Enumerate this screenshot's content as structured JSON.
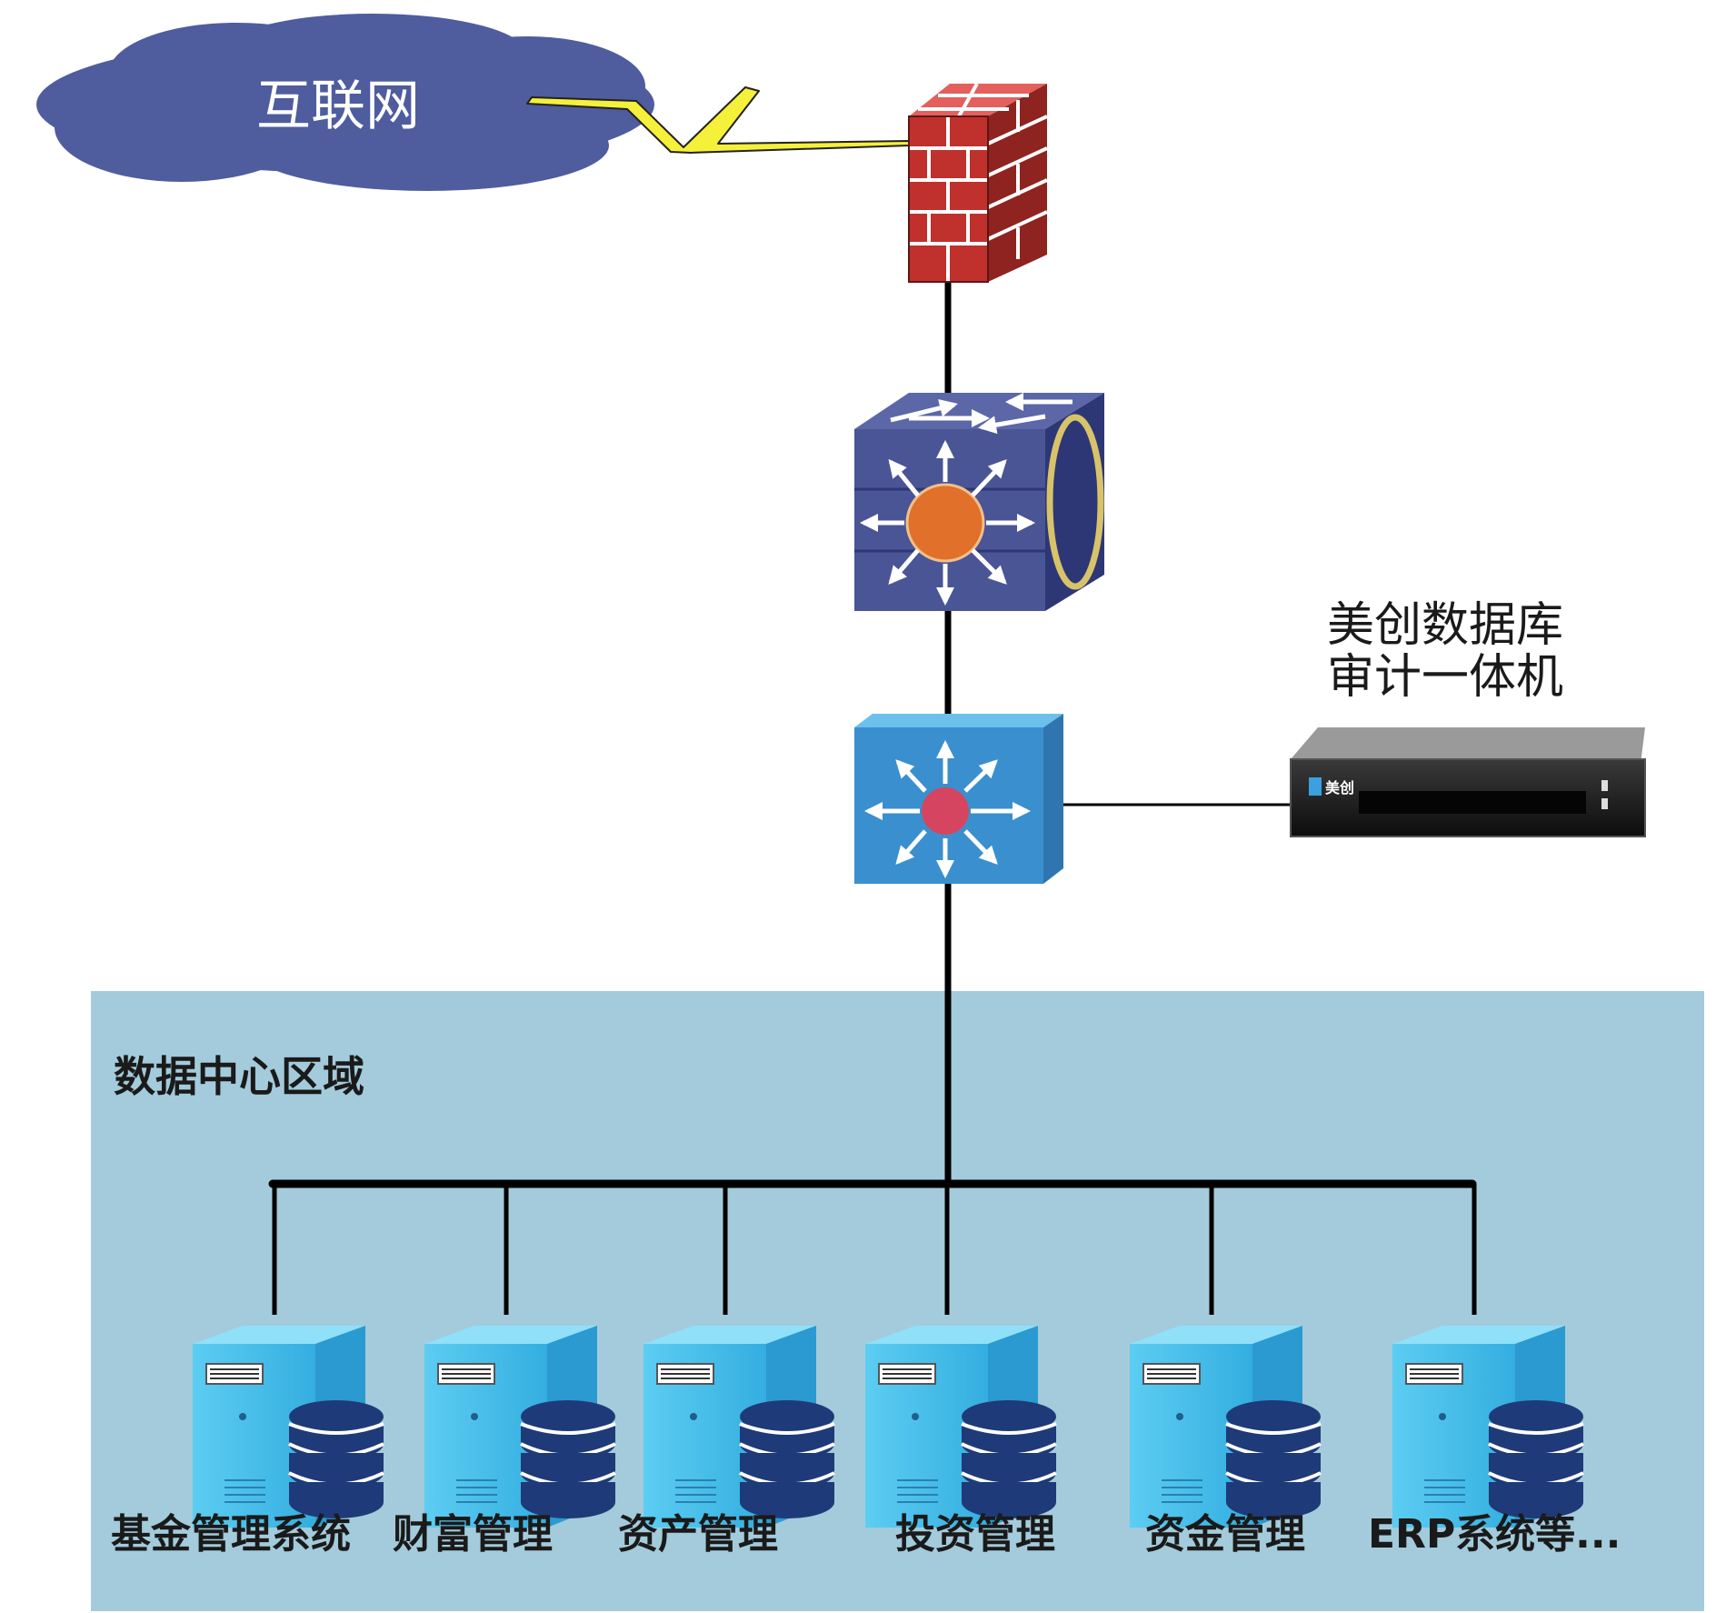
{
  "internet": {
    "label": "互联网"
  },
  "audit_appliance": {
    "label_line1": "美创数据库",
    "label_line2": "审计一体机",
    "badge": "美创"
  },
  "datacenter": {
    "label": "数据中心区域"
  },
  "servers": [
    {
      "label": "基金管理系统"
    },
    {
      "label": "财富管理"
    },
    {
      "label": "资产管理"
    },
    {
      "label": "投资管理"
    },
    {
      "label": "资金管理"
    },
    {
      "label": "ERP系统等..."
    }
  ],
  "colors": {
    "cloud": "#4f5c9e",
    "lightning": "#f5f03a",
    "firewall_front": "#c0312e",
    "firewall_side": "#8f2320",
    "firewall_top": "#e4605c",
    "core_switch": "#4a5596",
    "core_center": "#e0702a",
    "access_switch": "#3a8fcf",
    "access_center": "#d64560",
    "zone": "#a3cbdb",
    "server": "#3ab3e0",
    "database": "#1f3a78"
  }
}
